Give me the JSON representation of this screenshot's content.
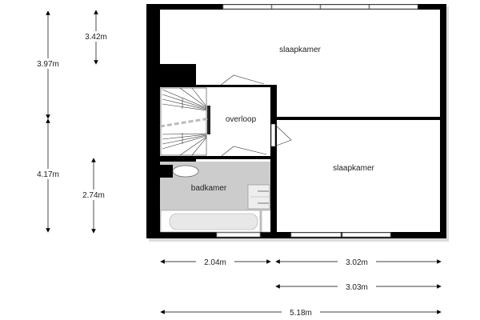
{
  "rooms": {
    "bedroom_top": "slaapkamer",
    "bedroom_bottom": "slaapkamer",
    "landing": "overloop",
    "bathroom": "badkamer"
  },
  "dimensions": {
    "left_upper": "3.97m",
    "left_lower": "4.17m",
    "inner_upper": "3.42m",
    "inner_lower": "2.74m",
    "bottom_left": "2.04m",
    "bottom_right": "3.02m",
    "bottom_right_2": "3.03m",
    "total_width": "5.18m"
  },
  "colors": {
    "wall": "#000000",
    "bathroom_floor": "#cccccc",
    "dim_line": "#000000"
  }
}
